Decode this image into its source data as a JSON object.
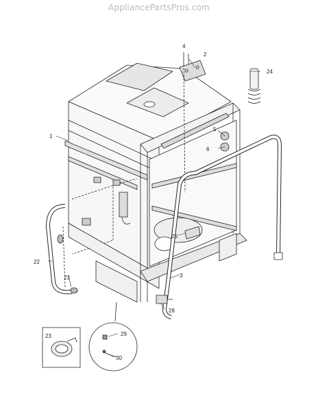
{
  "watermark": "AppliancePartsPros.com",
  "callouts": {
    "c1": "1",
    "c2": "2",
    "c3": "3",
    "c4": "4",
    "c5": "5",
    "c6": "6",
    "c22": "22",
    "c23a": "23",
    "c23b": "23",
    "c24": "24",
    "c25": "25",
    "c28": "28",
    "c29": "29",
    "c30": "30"
  },
  "colors": {
    "line": "#222222",
    "shade": "#e6e6e6",
    "dark": "#555555"
  }
}
